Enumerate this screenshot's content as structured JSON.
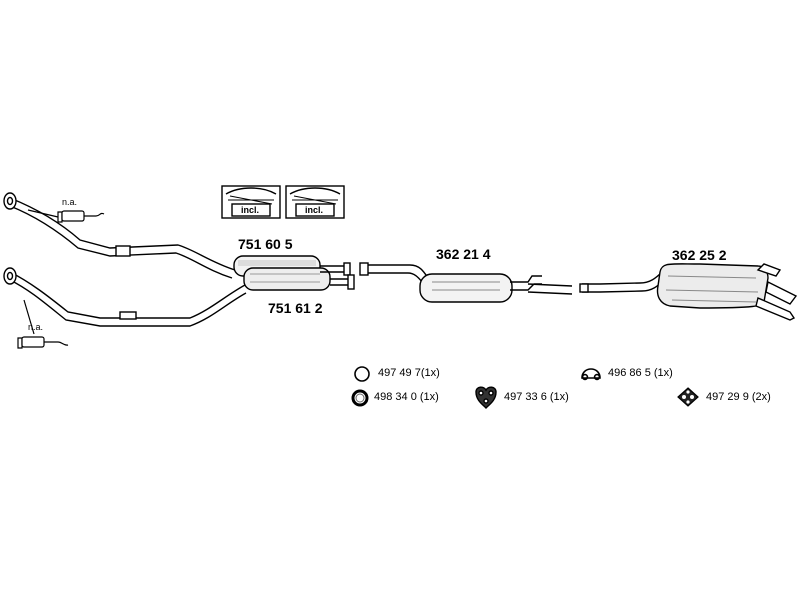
{
  "labels": {
    "part_751605": "751 60 5",
    "part_751612": "751 61 2",
    "part_362214": "362 21 4",
    "part_362252": "362 25 2",
    "incl_1": "incl.",
    "incl_2": "incl.",
    "na_top": "n.a.",
    "na_bottom": "n.a."
  },
  "mounting_parts": [
    {
      "code": "497 49 7(1x)",
      "icon": "ring-icon"
    },
    {
      "code": "498 34 0 (1x)",
      "icon": "thick-ring-icon"
    },
    {
      "code": "497 33 6 (1x)",
      "icon": "rubber-mount-icon"
    },
    {
      "code": "496 86 5 (1x)",
      "icon": "hanger-icon"
    },
    {
      "code": "497 29 9 (2x)",
      "icon": "diamond-mount-icon"
    }
  ]
}
